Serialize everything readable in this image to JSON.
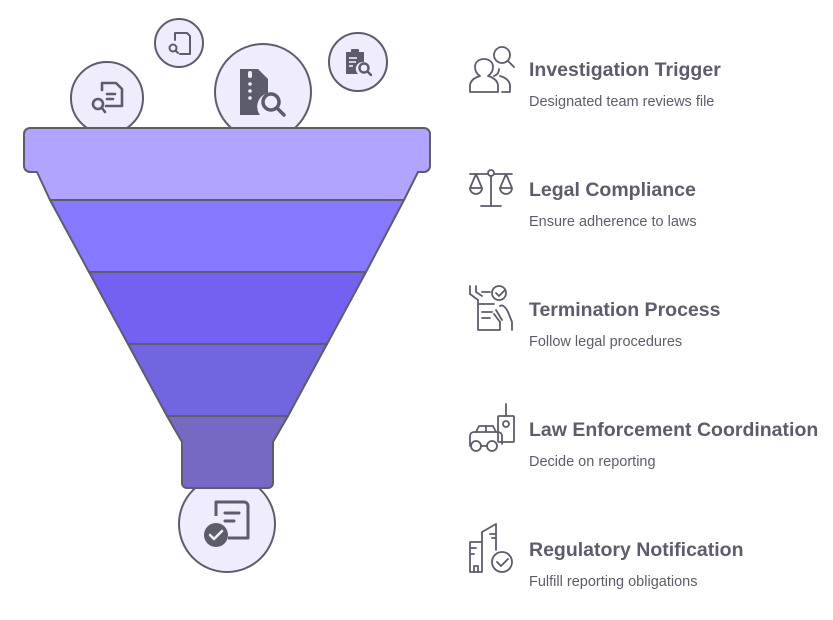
{
  "diagram": {
    "type": "funnel",
    "colors": {
      "rim": "#b0a4ff",
      "layer_1": "#8678ff",
      "layer_2": "#7362f2",
      "layer_3": "#7265e0",
      "spout": "#7669c4",
      "stroke": "#5c5c6b",
      "bubble_fill": "#efedfd",
      "text": "#5c5c6b"
    },
    "input_icons": [
      {
        "name": "document-search-icon"
      },
      {
        "name": "file-search-icon"
      },
      {
        "name": "zip-file-search-icon"
      },
      {
        "name": "clipboard-search-icon"
      }
    ],
    "output_icon": {
      "name": "document-check-icon"
    },
    "steps": [
      {
        "title": "Investigation Trigger",
        "description": "Designated team reviews file",
        "icon": "people-search-icon"
      },
      {
        "title": "Legal Compliance",
        "description": "Ensure adherence to laws",
        "icon": "scales-icon"
      },
      {
        "title": "Termination Process",
        "description": "Follow legal procedures",
        "icon": "document-sign-icon"
      },
      {
        "title": "Law Enforcement Coordination",
        "description": "Decide on reporting",
        "icon": "police-car-radio-icon"
      },
      {
        "title": "Regulatory Notification",
        "description": "Fulfill reporting obligations",
        "icon": "building-check-icon"
      }
    ]
  }
}
